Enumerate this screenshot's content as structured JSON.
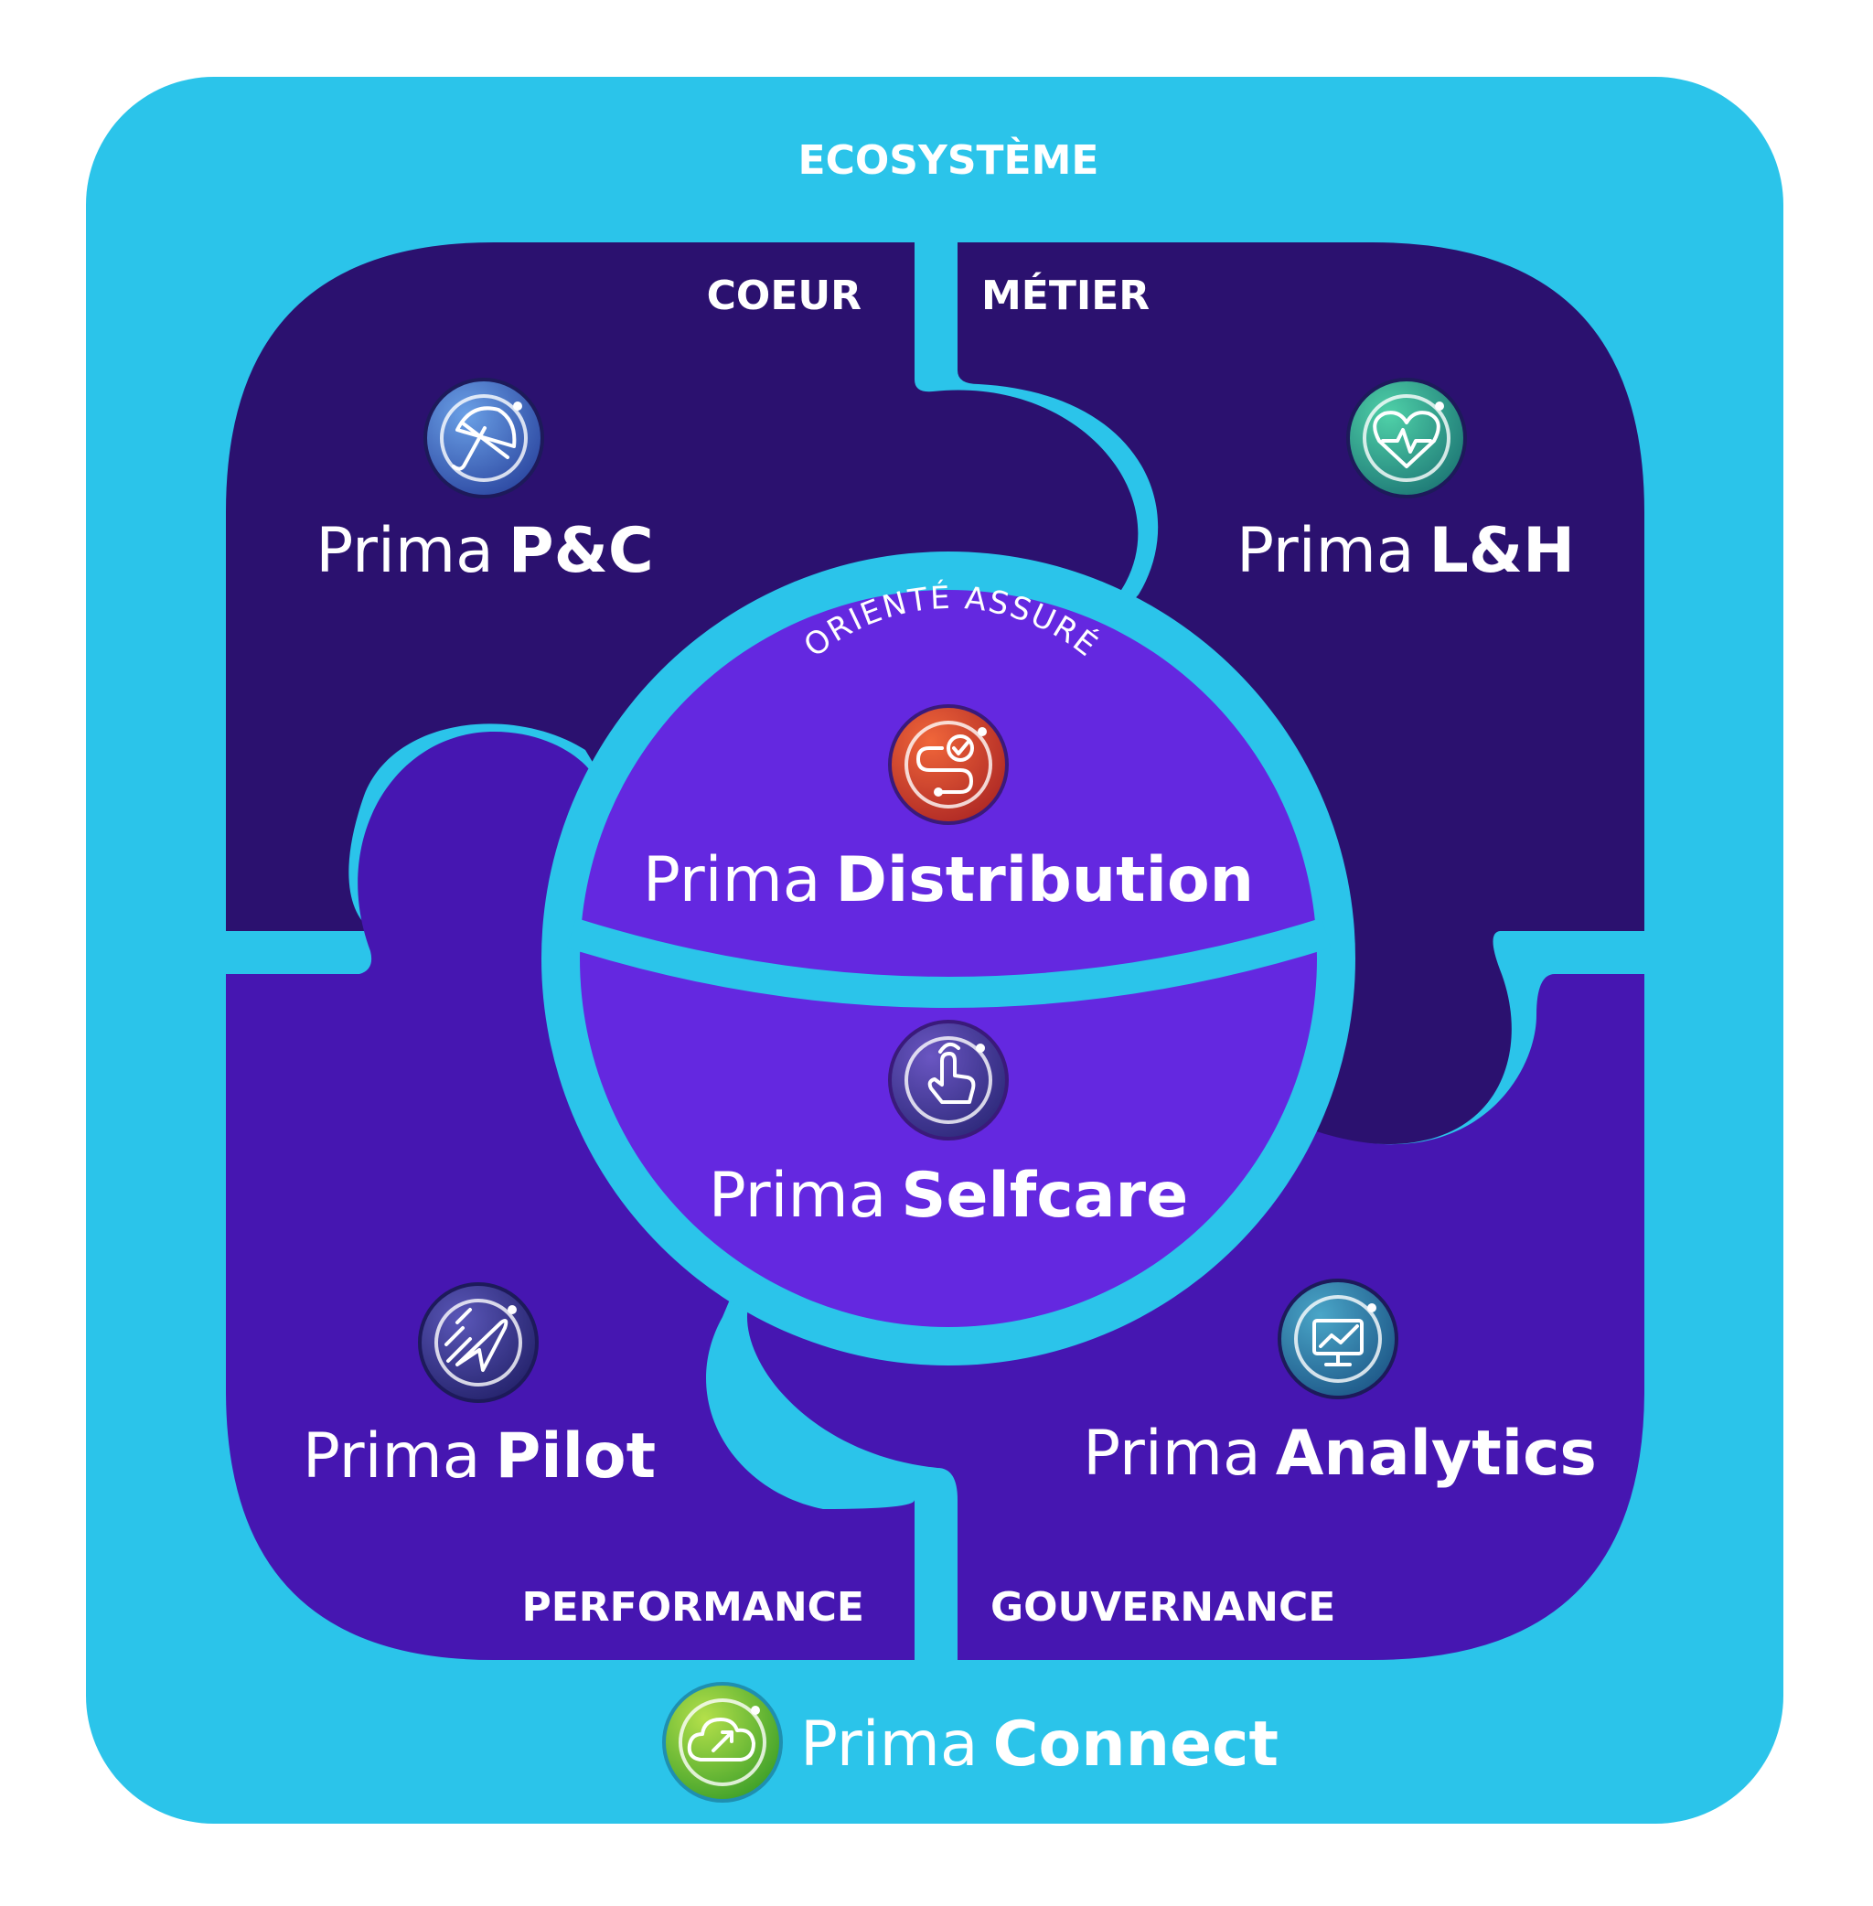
{
  "ecosystem": {
    "label": "ECOSYSTÈME"
  },
  "quadrants": {
    "top_left": {
      "label": "COEUR",
      "prefix": "Prima",
      "name": "P&C",
      "icon": "umbrella-icon"
    },
    "top_right": {
      "label": "MÉTIER",
      "prefix": "Prima",
      "name": "L&H",
      "icon": "heart-pulse-icon"
    },
    "bottom_left": {
      "label": "PERFORMANCE",
      "prefix": "Prima",
      "name": "Pilot",
      "icon": "airplane-icon"
    },
    "bottom_right": {
      "label": "GOUVERNANCE",
      "prefix": "Prima",
      "name": "Analytics",
      "icon": "monitor-chart-icon"
    }
  },
  "center": {
    "arc_label": "ORIENTÉ ASSURÉ",
    "top": {
      "prefix": "Prima",
      "name": "Distribution",
      "icon": "route-check-icon"
    },
    "bottom": {
      "prefix": "Prima",
      "name": "Selfcare",
      "icon": "touch-hand-icon"
    }
  },
  "footer": {
    "prefix": "Prima",
    "name": "Connect",
    "icon": "cloud-arrow-icon"
  },
  "colors": {
    "ecosystem_bg": "#2bc4ea",
    "top_quadrants": "#2b116f",
    "bottom_quadrants": "#4616b1",
    "center": "#6428e0",
    "pc_icon": "#4b73c7",
    "lh_icon": "#2aa786",
    "distribution_icon": "#d54128",
    "selfcare_icon": "#4a3a9c",
    "pilot_icon": "#3a3693",
    "analytics_icon": "#2d7ba2",
    "connect_icon": "#7cbf2c"
  }
}
